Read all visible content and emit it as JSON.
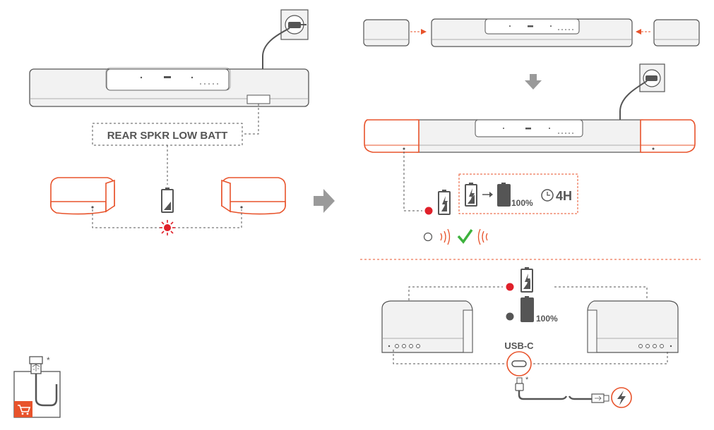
{
  "status_message": "REAR SPKR LOW BATT",
  "charge_full_percent": "100%",
  "charge_time": "4H",
  "usb_port_label": "USB-C",
  "footnote_marker": "*",
  "colors": {
    "accent": "#e8532b",
    "status_red": "#e0202a",
    "check_green": "#3db23d",
    "line_gray": "#555555",
    "arrow_gray": "#9a9a9a",
    "device_fill": "#f2f2f2"
  },
  "icons": [
    "power-outlet-icon",
    "battery-low-icon",
    "battery-charging-icon",
    "battery-full-icon",
    "clock-icon",
    "checkmark-icon",
    "sound-waves-icon",
    "usb-c-port-icon",
    "usb-plug-icon",
    "lightning-icon",
    "shopping-cart-icon",
    "arrow-right-icon",
    "arrow-down-icon",
    "blinking-light-icon"
  ]
}
